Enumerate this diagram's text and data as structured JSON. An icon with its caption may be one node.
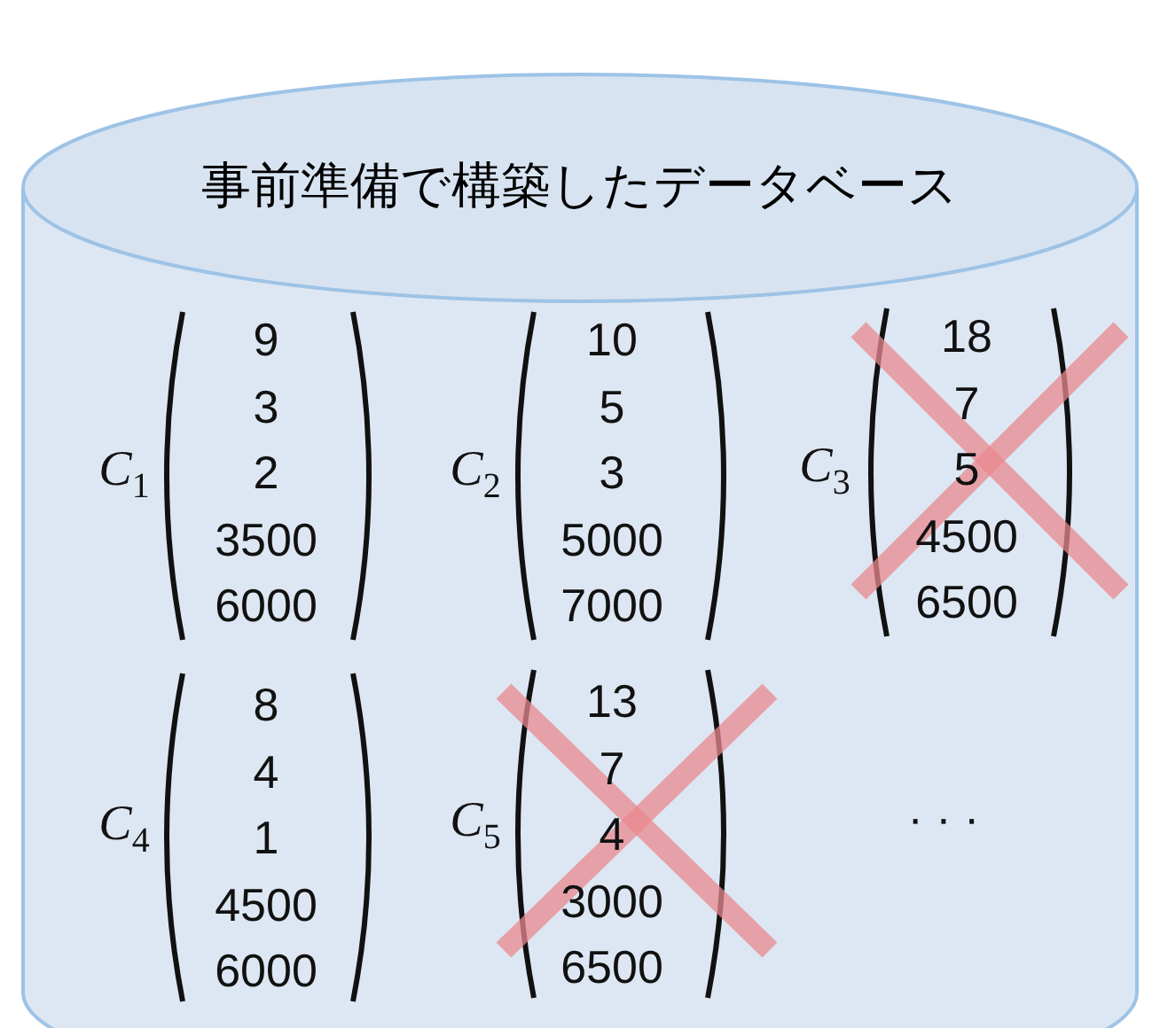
{
  "diagram": {
    "nodes": [
      {
        "text": [
          "事前準備で構築したデータベース"
        ]
      }
    ],
    "labels": [
      "*C*$_{1}$",
      "9",
      "3",
      "2",
      "3500",
      "6000",
      "*C*$_{2}$",
      "10",
      "5",
      "3",
      "5000",
      "7000",
      "*C*$_{3}$",
      "18",
      "7",
      "5",
      "4500",
      "6500",
      "*C*$_{4}$",
      "8",
      "4",
      "1",
      "4500",
      "6000",
      "*C*$_{5}$",
      "13",
      "7",
      "4",
      "3000",
      "6500",
      "· · ·"
    ]
  }
}
